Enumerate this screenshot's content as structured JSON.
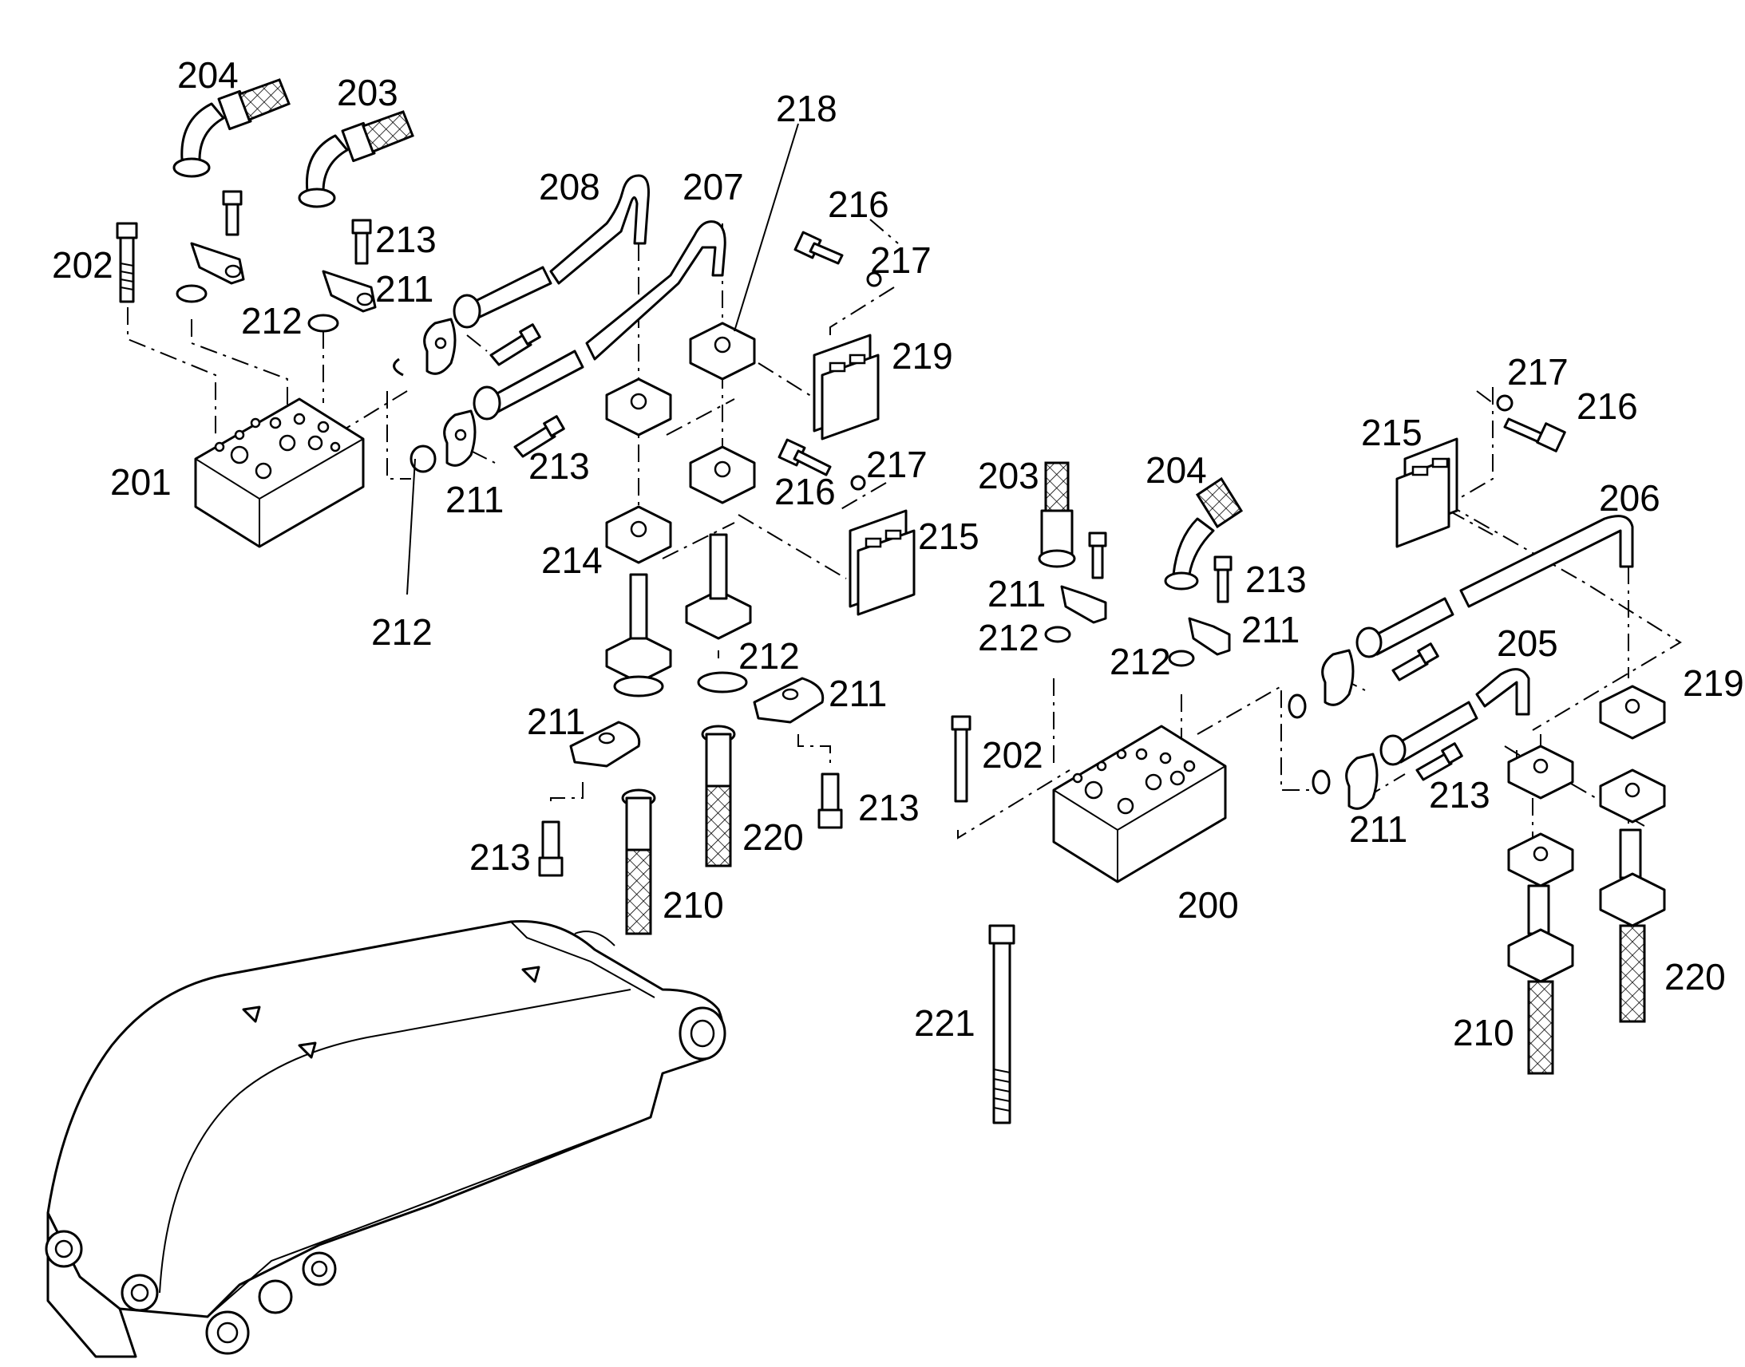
{
  "labels": [
    {
      "id": "l204a",
      "text": "204"
    },
    {
      "id": "l203a",
      "text": "203"
    },
    {
      "id": "l218",
      "text": "218"
    },
    {
      "id": "l208",
      "text": "208"
    },
    {
      "id": "l207",
      "text": "207"
    },
    {
      "id": "l216a",
      "text": "216"
    },
    {
      "id": "l202a",
      "text": "202"
    },
    {
      "id": "l213a",
      "text": "213"
    },
    {
      "id": "l217a",
      "text": "217"
    },
    {
      "id": "l211a",
      "text": "211"
    },
    {
      "id": "l212a",
      "text": "212"
    },
    {
      "id": "l219a",
      "text": "219"
    },
    {
      "id": "l201",
      "text": "201"
    },
    {
      "id": "l213b",
      "text": "213"
    },
    {
      "id": "l211b",
      "text": "211"
    },
    {
      "id": "l216b",
      "text": "216"
    },
    {
      "id": "l217b",
      "text": "217"
    },
    {
      "id": "l215a",
      "text": "215"
    },
    {
      "id": "l214",
      "text": "214"
    },
    {
      "id": "l212b",
      "text": "212"
    },
    {
      "id": "l212c",
      "text": "212"
    },
    {
      "id": "l211c",
      "text": "211"
    },
    {
      "id": "l211d",
      "text": "211"
    },
    {
      "id": "l213c",
      "text": "213"
    },
    {
      "id": "l220a",
      "text": "220"
    },
    {
      "id": "l213d",
      "text": "213"
    },
    {
      "id": "l210a",
      "text": "210"
    },
    {
      "id": "l203b",
      "text": "203"
    },
    {
      "id": "l204b",
      "text": "204"
    },
    {
      "id": "l213e",
      "text": "213"
    },
    {
      "id": "l211e",
      "text": "211"
    },
    {
      "id": "l211f",
      "text": "211"
    },
    {
      "id": "l212d",
      "text": "212"
    },
    {
      "id": "l212e",
      "text": "212"
    },
    {
      "id": "l202b",
      "text": "202"
    },
    {
      "id": "l200",
      "text": "200"
    },
    {
      "id": "l221",
      "text": "221"
    },
    {
      "id": "l217c",
      "text": "217"
    },
    {
      "id": "l216c",
      "text": "216"
    },
    {
      "id": "l215b",
      "text": "215"
    },
    {
      "id": "l206",
      "text": "206"
    },
    {
      "id": "l205",
      "text": "205"
    },
    {
      "id": "l219b",
      "text": "219"
    },
    {
      "id": "l213f",
      "text": "213"
    },
    {
      "id": "l211g",
      "text": "211"
    },
    {
      "id": "l210b",
      "text": "210"
    },
    {
      "id": "l220b",
      "text": "220"
    }
  ]
}
